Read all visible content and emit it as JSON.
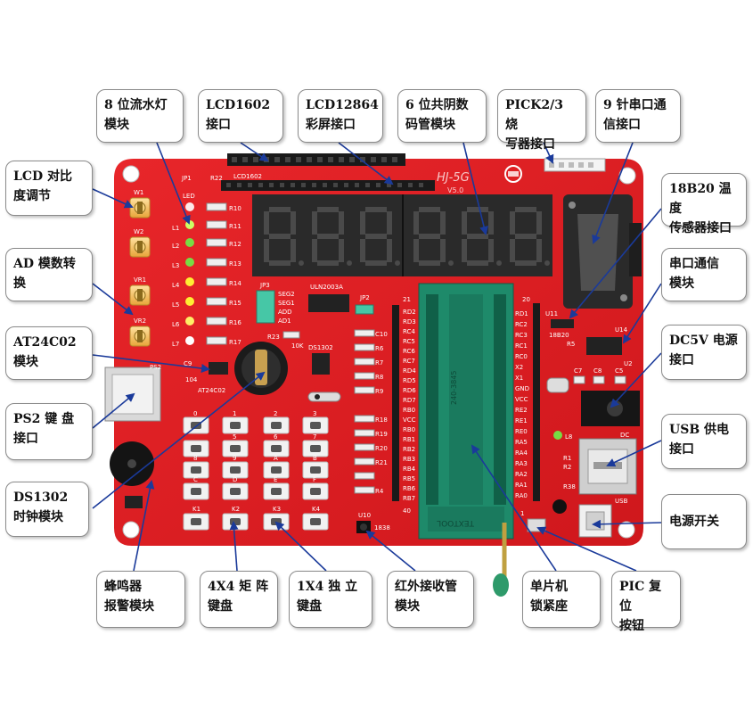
{
  "board": {
    "model": "HJ-5G",
    "version": "V5.0",
    "silkscreen": {
      "lcd1602": "LCD1602",
      "jp1": "JP1",
      "r22": "R22",
      "led": "LED",
      "jp3": "JP3",
      "seg2": "SEG2",
      "seg1": "SEG1",
      "add": "ADD",
      "ad1": "AD1",
      "r23": "R23",
      "uln": "ULN2003A",
      "jp2": "JP2",
      "ds1302": "DS1302",
      "at24c02": "AT24C02",
      "ps2": "PS2",
      "c9": "C9",
      "w1": "W1",
      "w2": "W2",
      "vr1": "VR1",
      "vr2": "VR2",
      "pin21": "21",
      "pin20": "20",
      "pin40": "40",
      "pin1": "1",
      "socket": "TEXTOOL",
      "socket_sub": "240-3845",
      "u11": "U11",
      "b18b20": "18B20",
      "r5": "R5",
      "u14": "U14",
      "c7": "C7",
      "c8": "C8",
      "c5": "C5",
      "u2": "U2",
      "dc": "DC",
      "usb": "USB",
      "l8": "L8",
      "r1": "R1",
      "r2": "R2",
      "r38": "R38",
      "s1838": "1838",
      "u10": "U10",
      "res10k": "10K",
      "c104": "104",
      "k1": "K1",
      "k2": "K2",
      "k3": "K3",
      "k4": "K4",
      "key_0": "0",
      "key_1": "1",
      "key_2": "2",
      "key_3": "3",
      "key_5": "5",
      "key_6": "6",
      "key_7": "7",
      "key_8": "8",
      "key_9": "9",
      "key_a": "A",
      "key_b": "B",
      "key_c": "C",
      "key_d": "D",
      "key_e": "E",
      "key_f": "F",
      "left_pins": [
        "RD2",
        "RD3",
        "RC4",
        "RC5",
        "RC6",
        "RC7",
        "RD4",
        "RD5",
        "RD6",
        "RD7",
        "RB0",
        "VCC",
        "RB0",
        "RB1",
        "RB2",
        "RB3",
        "RB4",
        "RB5",
        "RB6",
        "RB7"
      ],
      "right_pins": [
        "RD1",
        "RC2",
        "RC3",
        "RC1",
        "RC0",
        "X2",
        "X1",
        "GND",
        "VCC",
        "RE2",
        "RE1",
        "RE0",
        "RA5",
        "RA4",
        "RA3",
        "RA2",
        "RA1",
        "RA0"
      ],
      "led_labels": [
        "L1",
        "L2",
        "L3",
        "L4",
        "L5",
        "L6",
        "L7"
      ],
      "r_labels": [
        "R10",
        "R11",
        "R12",
        "R13",
        "R14",
        "R15",
        "R16",
        "R17"
      ],
      "res_labels_left": [
        "R6",
        "R7",
        "R8",
        "R9",
        "C10",
        "R18",
        "R19",
        "R20",
        "R21",
        "R4"
      ]
    }
  },
  "callouts": {
    "led8": "8 位流水灯\n模块",
    "lcd1602": "LCD1602\n接口",
    "lcd12864": "LCD12864\n彩屏接口",
    "digits6": "6 位共阴数\n码管模块",
    "pick": "PICK2/3 烧\n写器接口",
    "serial9": "9 针串口通\n信接口",
    "lcd_contrast": "LCD  对比\n度调节",
    "ds18b20": "18B20 温度\n传感器接口",
    "ad": "AD 模数转\n换",
    "serial_module": "串口通信\n模块",
    "at24c02": "AT24C02\n模块",
    "dc5v": "DC5V 电源\n接口",
    "ps2": "PS2    键 盘\n接口",
    "usb_power": "USB 供电\n接口",
    "ds1302": "DS1302\n时钟模块",
    "power_switch": "电源开关",
    "buzzer": "蜂鸣器\n报警模块",
    "matrix_keys": "4X4  矩 阵\n键盘",
    "keys_1x4": "1X4    独 立\n键盘",
    "ir": "红外接收管\n模块",
    "mcu_socket": "单片机\n锁紧座",
    "pic_reset": "PIC 复位\n按钮"
  },
  "colors": {
    "pcb": "#e11f22",
    "pcb_dark": "#b5141a",
    "header": "#1a1a1a",
    "socket": "#1e8a6a",
    "callout_border": "#8a8a8a"
  },
  "icons": {
    "arrow": "callout-arrow"
  }
}
